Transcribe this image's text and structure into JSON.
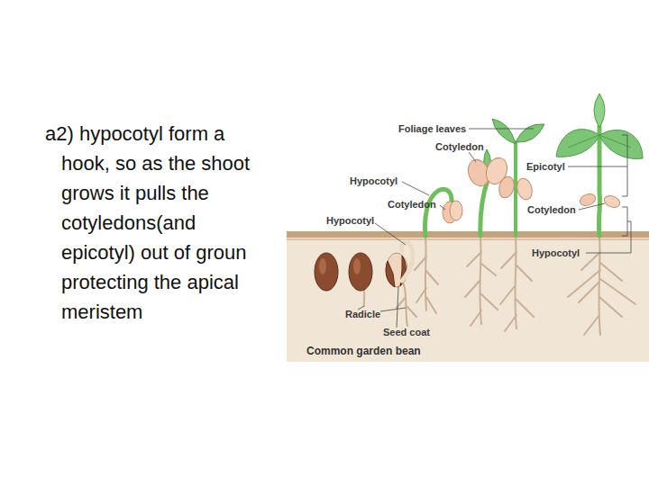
{
  "diagram": {
    "caption": "Common garden bean",
    "labels": [
      "a2) hypocotyl form a hook, so as the shoot grows it pulls the cotyledons(and epicotyl) out of groun protecting the apical meristem",
      "Foliage leaves",
      "Cotyledon",
      "Epicotyl",
      "Hypocotyl",
      "Cotyledon",
      "Cotyledon",
      "Hypocotyl",
      "Hypocotyl",
      "Radicle",
      "Seed coat"
    ]
  }
}
